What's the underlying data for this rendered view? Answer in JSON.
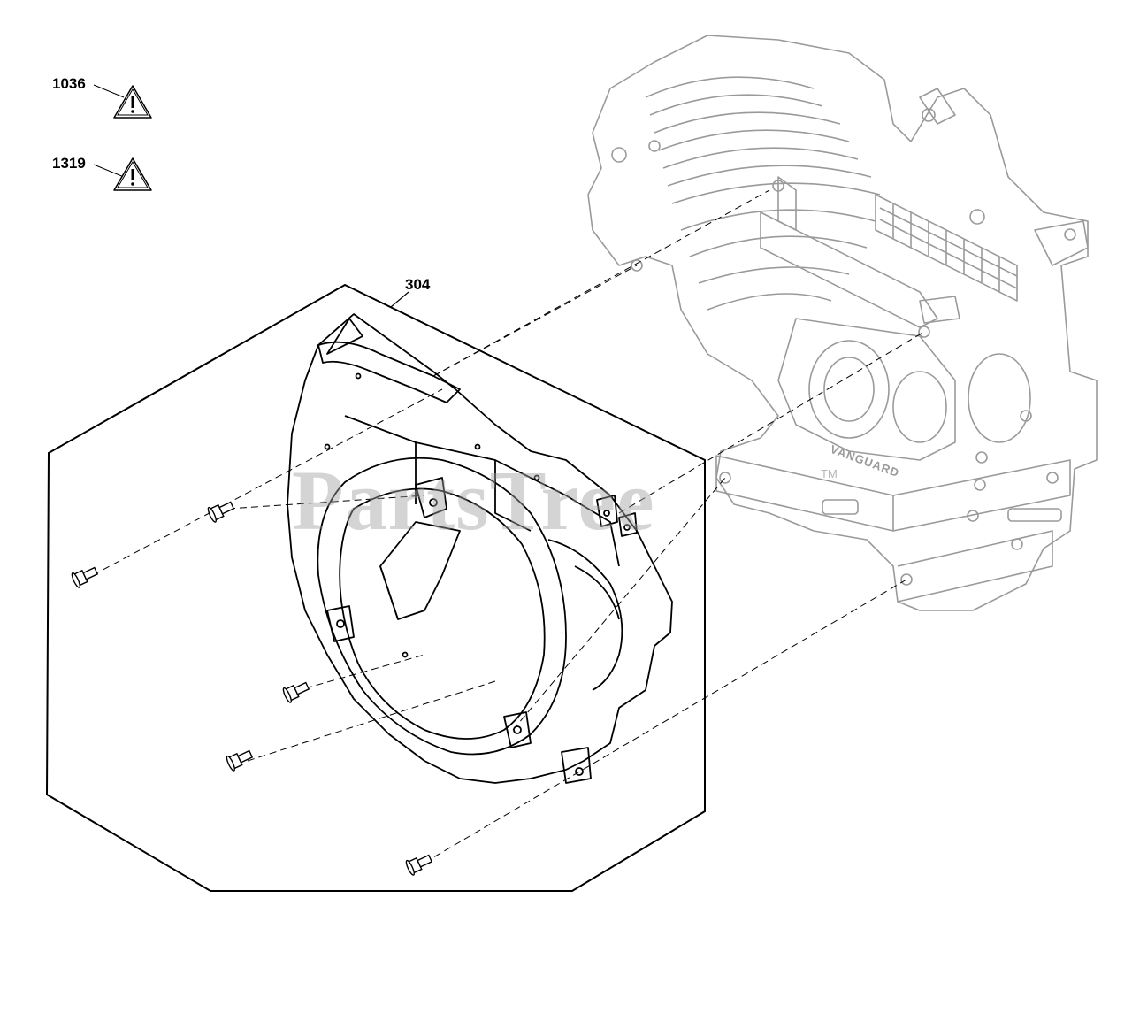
{
  "callouts": {
    "warning_1": "1036",
    "warning_2": "1319",
    "blower_housing": "304"
  },
  "watermark": "PartsTree",
  "trademark": "TM",
  "engine_brand": "VANGUARD",
  "colors": {
    "line": "#000000",
    "engine_line": "#9a9a9a",
    "watermark": "#a0a0a0"
  },
  "icons": {
    "warning": "warning-triangle-icon",
    "bolt": "flange-bolt-icon"
  }
}
